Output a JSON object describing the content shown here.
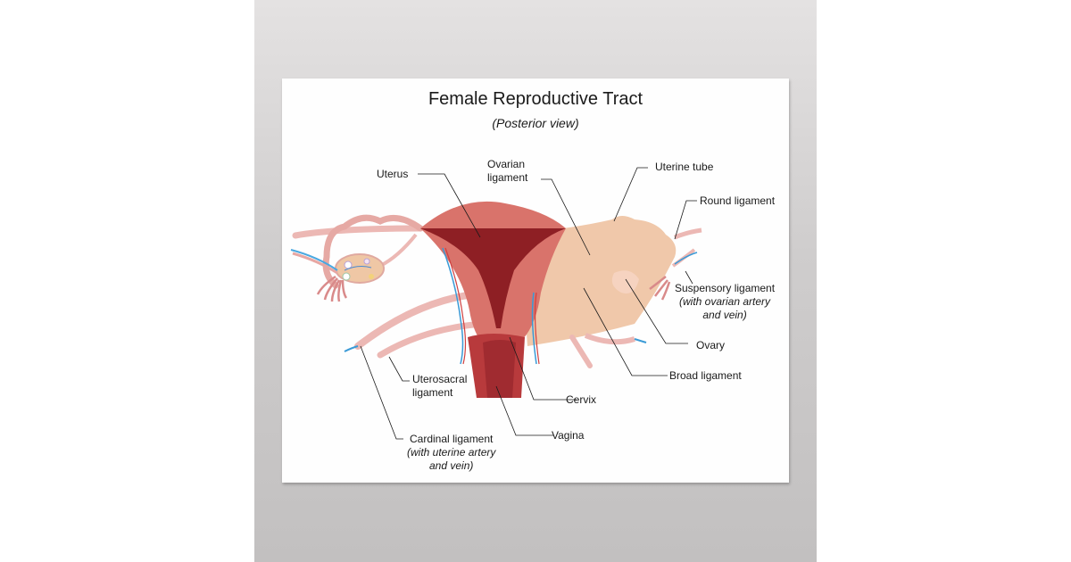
{
  "poster": {
    "title": "Female Reproductive Tract",
    "subtitle": "(Posterior view)"
  },
  "labels": {
    "uterus": "Uterus",
    "ovarian_ligament_1": "Ovarian",
    "ovarian_ligament_2": "ligament",
    "uterine_tube": "Uterine tube",
    "round_ligament": "Round ligament",
    "suspensory_ligament": "Suspensory ligament",
    "suspensory_note_1": "(with ovarian artery",
    "suspensory_note_2": "and vein)",
    "ovary": "Ovary",
    "broad_ligament": "Broad ligament",
    "uterosacral_ligament_1": "Uterosacral",
    "uterosacral_ligament_2": "ligament",
    "cervix": "Cervix",
    "vagina": "Vagina",
    "cardinal_ligament": "Cardinal ligament",
    "cardinal_note_1": "(with  uterine artery",
    "cardinal_note_2": "and vein)"
  },
  "colors": {
    "backdrop": "#cfcdcd",
    "poster": "#fefefe",
    "uterus_outer": "#d9736b",
    "uterus_cavity": "#8e1f24",
    "ligament_pink": "#ecb8b4",
    "broad_ligament": "#f0c8aa",
    "artery": "#d04040",
    "vein": "#3a9ad6"
  }
}
